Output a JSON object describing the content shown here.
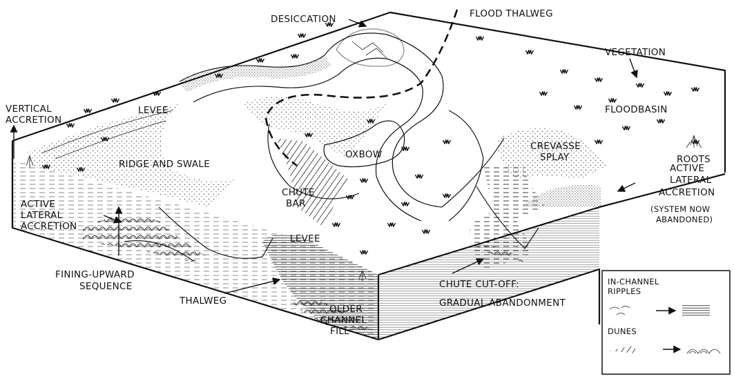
{
  "labels": {
    "desiccation": "DESICCATION",
    "flood_thalweg": "FLOOD THALWEG",
    "vegetation": "VEGETATION",
    "vertical_accretion_1": "VERTICAL",
    "vertical_accretion_2": "ACCRETION",
    "levee_top": "LEVEE",
    "floodbasin": "FLOODBASIN",
    "ridge_and_swale": "RIDGE AND SWALE",
    "oxbow": "OXBOW",
    "crevasse": "CREVASSE",
    "splay": "SPLAY",
    "roots": "ROOTS",
    "chute": "CHUTE",
    "bar": "BAR",
    "active_left_1": "ACTIVE",
    "active_left_2": "LATERAL",
    "active_left_3": "ACCRETION",
    "active_right_1": "ACTIVE",
    "active_right_2": "LATERAL",
    "active_right_3": "ACCRETION",
    "system_now_1": "(SYSTEM NOW",
    "system_now_2": "ABANDONED)",
    "levee_mid": "LEVEE",
    "fining_1": "FINING-UPWARD",
    "fining_2": "SEQUENCE",
    "thalweg": "THALWEG",
    "older_1": "OLDER",
    "older_2": "CHANNEL",
    "older_3": "FILL",
    "chute_cutoff_1": "CHUTE CUT-OFF:",
    "chute_cutoff_2": "GRADUAL ABANDONMENT"
  },
  "legend": {
    "title": "IN-CHANNEL",
    "ripples": "RIPPLES",
    "dunes": "DUNES"
  }
}
